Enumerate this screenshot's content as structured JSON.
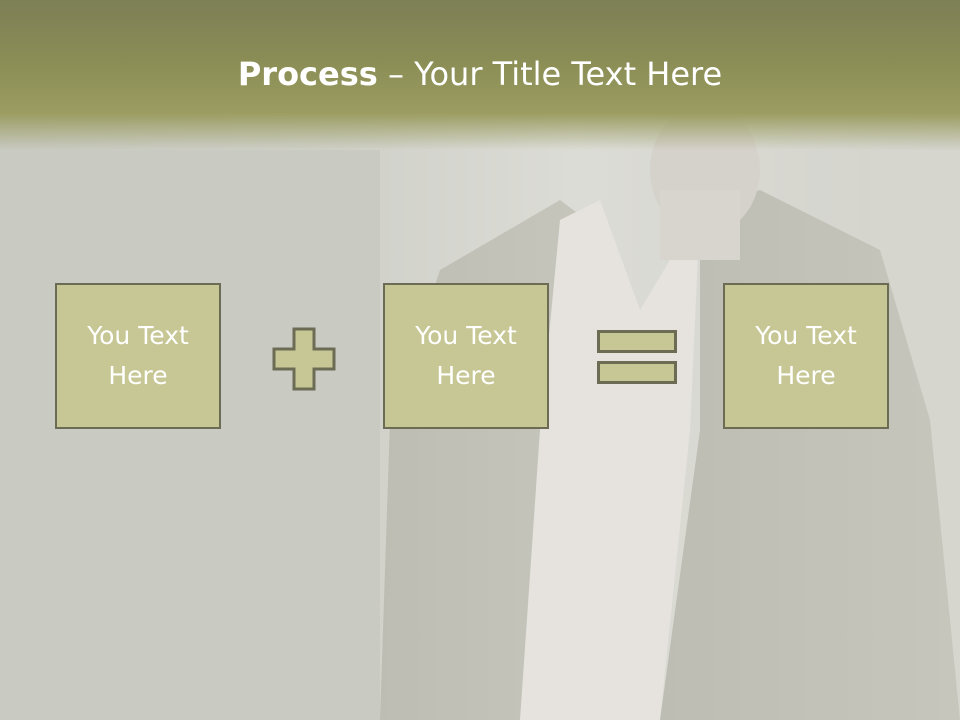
{
  "title": {
    "bold": "Process",
    "rest": " – Your Title Text Here"
  },
  "boxes": [
    {
      "label": "You Text\nHere"
    },
    {
      "label": "You Text\nHere"
    },
    {
      "label": "You Text\nHere"
    }
  ],
  "operators": {
    "first": "plus-icon",
    "second": "equals-icon"
  },
  "colors": {
    "header": "#8a8d55",
    "box_fill": "#c7c795",
    "box_border": "#6c6c55",
    "text": "#ffffff"
  }
}
